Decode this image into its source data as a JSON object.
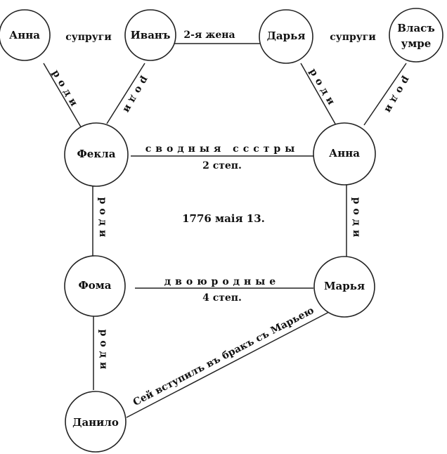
{
  "persons": {
    "anna_top": "Анна",
    "ivan": "Иванъ",
    "darya": "Дарья",
    "vlas_1": "Власъ",
    "vlas_2": "умре",
    "fekla": "Фекла",
    "anna": "Анна",
    "foma": "Фома",
    "marya": "Марья",
    "danilo": "Данило"
  },
  "relations": {
    "spouses_left": "супруги",
    "second_wife": "2-я жена",
    "spouses_right": "супруги",
    "born": "роди",
    "half_sisters": "сводныя ссстры",
    "half_sisters_degree": "2 степ.",
    "cousins": "двоюродные",
    "cousins_degree": "4 степ.",
    "marriage": "Сей вступилъ въ бракъ съ Марьею"
  },
  "date": "1776 маія 13."
}
